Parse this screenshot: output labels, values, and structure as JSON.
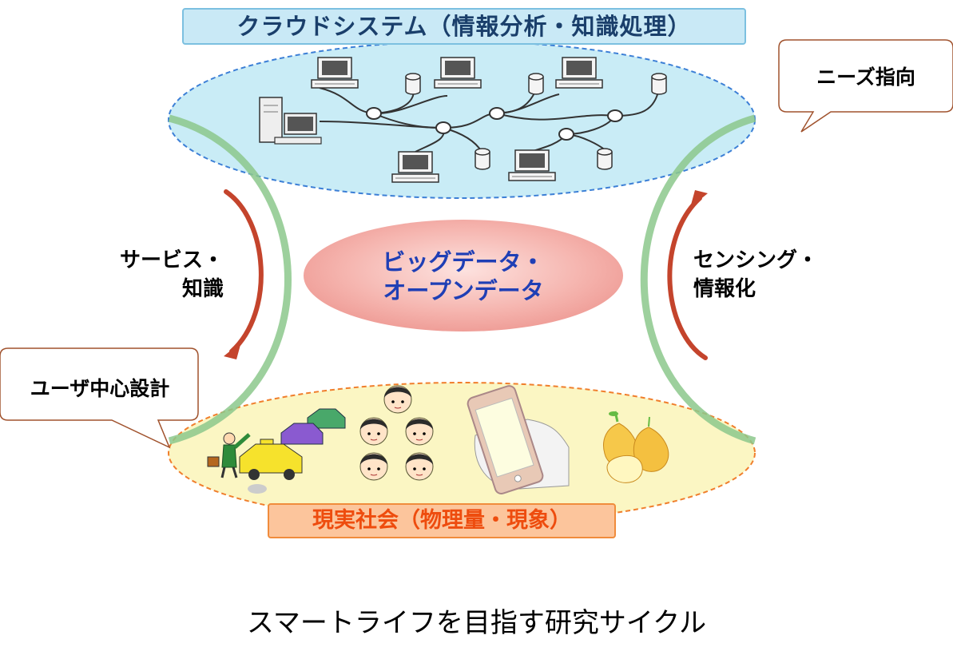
{
  "cloud": {
    "title": "クラウドシステム（情報分析・知識処理）"
  },
  "real_world": {
    "title": "現実社会（物理量・現象）"
  },
  "callouts": {
    "needs": "ニーズ指向",
    "user": "ユーザ中心設計"
  },
  "left_flow": {
    "line1": "サービス・",
    "line2": "知識"
  },
  "right_flow": {
    "line1": "センシング・",
    "line2": "情報化"
  },
  "center": {
    "line1": "ビッグデータ・",
    "line2": "オープンデータ"
  },
  "caption": "スマートライフを目指す研究サイクル",
  "colors": {
    "cloud_fill": "#c9ecf6",
    "cloud_border": "#3c7fd6",
    "real_fill": "#fbf6c3",
    "real_border": "#f07e2c",
    "arc": "#8cc88c",
    "arrow": "#c4442c",
    "center_text": "#1f3fb5"
  },
  "icons": [
    "computer-icon",
    "database-icon",
    "server-tower-icon",
    "taxi-car-icon",
    "businessman-icon",
    "child-face-icon",
    "smartphone-icon",
    "pear-icon"
  ]
}
